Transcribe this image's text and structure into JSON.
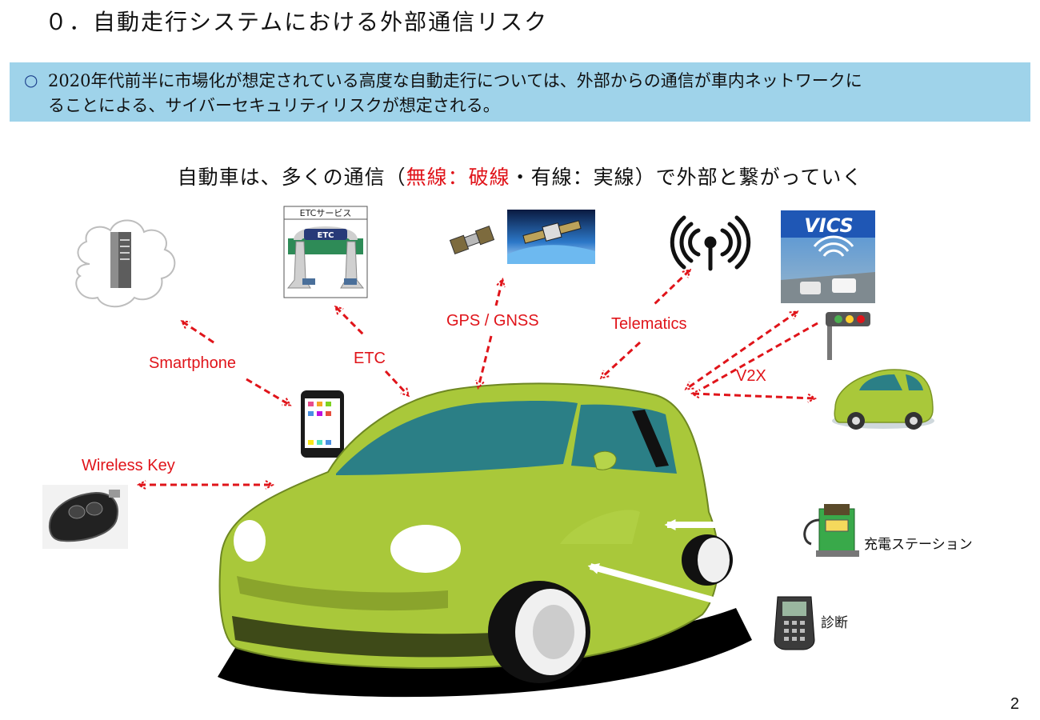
{
  "title": "０．自動走行システムにおける外部通信リスク",
  "info_box": {
    "bullet": "○",
    "text": "2020年代前半に市場化が想定されている高度な自動走行については、外部からの通信が車内ネットワークに\nることによる、サイバーセキュリティリスクが想定される。"
  },
  "subtitle": {
    "part1": "自動車は、多くの通信（",
    "red1": "無線：破線",
    "part2": "・有線：実線）で外部と繋がっていく"
  },
  "labels": {
    "smartphone": "Smartphone",
    "etc": "ETC",
    "gps": "GPS / GNSS",
    "telematics": "Telematics",
    "v2x": "V2X",
    "wireless_key": "Wireless Key",
    "charging": "充電ステーション",
    "diagnosis": "診断"
  },
  "icons": {
    "etc_service": "ETCサービス",
    "etc_gate": "ETC",
    "vics": "VICS"
  },
  "page_number": "2",
  "colors": {
    "wireless": "#e0141a",
    "car_body": "#a9c83a",
    "info_box": "#9fd3ea"
  }
}
